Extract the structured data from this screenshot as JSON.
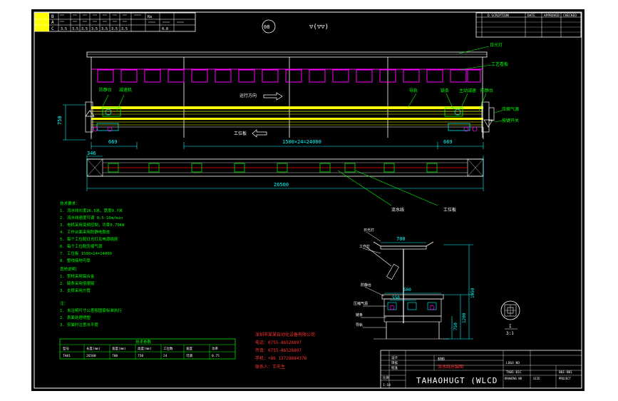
{
  "top_table": {
    "row_labels": [
      "B",
      "A",
      "C"
    ],
    "values_row": [
      "3.5",
      "3.5",
      "3.5",
      "3.5",
      "3.5",
      "3.5",
      "3.5"
    ],
    "right_labels": [
      "Ra",
      "0.8"
    ]
  },
  "revision_table": {
    "headers": [
      "D SCRIPTION",
      "DATE",
      "APPROVED",
      "CHECKED"
    ]
  },
  "section_symbol": "08",
  "roughness_symbol": "▽(▽▽)",
  "dimensions": {
    "height_left": "750",
    "end_left": "669",
    "middle": "1500×24=24000",
    "end_right": "669",
    "width_small": "346",
    "total_length": "26500",
    "side_width": "700",
    "side_mid": "500",
    "side_lower": "550",
    "side_h1": "750",
    "side_h2": "1200",
    "side_h3": "1950"
  },
  "callouts": {
    "sun_door": "日光灯",
    "process_board": "工艺看板",
    "anti_static": "防静台",
    "left_motor": "减速机",
    "flow_direction": "运行方向",
    "guide_rail": "导轨",
    "chain": "链条",
    "right_motor": "主动减速",
    "right_station": "防静台",
    "air_source": "压缩气源",
    "switch": "按键开关",
    "work_lamp": "工作灯",
    "assembly_line": "流水线",
    "work_desk": "工位板"
  },
  "notes": {
    "heading": "技术要求：",
    "lines": [
      "1. 流水线长度26.5米，宽度0.7米",
      "2. 流水线速度可调 0.5-10m/min",
      "3. 电机采用变频控制，功率0.75KW",
      "4. 工作台面采用防静电胶皮",
      "5. 每个工位配日光灯及电源插座",
      "6. 每个工位配压缩气源",
      "7. 工位板 1500×24=24000",
      "8. 整线接地可靠"
    ],
    "sub_heading": "其他说明：",
    "sub_lines": [
      "1. 型材采用铝合金",
      "2. 链条采用倍速链",
      "3. 支撑采用方管"
    ],
    "sub_heading2": "注：",
    "sub_lines2": [
      "1. 未注明尺寸公差按国家标准执行",
      "2. 表面处理喷塑",
      "3. 安装时注意水平度"
    ]
  },
  "bottom_table": {
    "title": "技术参数",
    "headers": [
      "型号",
      "长度(mm)",
      "宽度(mm)",
      "高度(mm)",
      "工位数",
      "速度",
      "功率"
    ],
    "row1": [
      "TA01",
      "26500",
      "700",
      "750",
      "24",
      "可调",
      "0.75"
    ]
  },
  "company": {
    "name": "深圳市某某自动化设备有限公司",
    "tel": "电话：0755-86528897",
    "fax": "传真：0755-86528897",
    "mobile": "手机：+86 13728884378",
    "contact": "联系人：王先生"
  },
  "title_block": {
    "drawn": "设计",
    "checked": "审核",
    "approved": "批准",
    "scale_label": "比例",
    "scale": "1:10",
    "title_cn": "流水线总装图",
    "title_en": "TAHAOHUGT (WLCD",
    "material_label": "材料",
    "sheet_label": "LOGO NO",
    "drawing_no": "TA01-01C",
    "sheet": "001-001",
    "drawing_label": "DRAWING NO",
    "size_label": "SIZE",
    "project_label": "PROJECT"
  },
  "detail_label": "I",
  "detail_scale": "3:1",
  "colors": {
    "frame": "#ffffff",
    "rail": "#ffff00",
    "board": "#ff00ff",
    "dimension": "#00ffff",
    "callout": "#00ff00",
    "section": "#ff0000",
    "company": "#ff3333"
  }
}
